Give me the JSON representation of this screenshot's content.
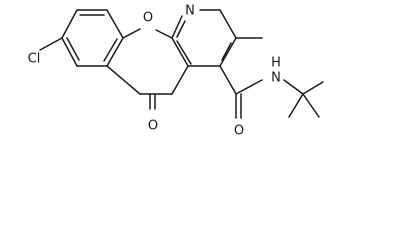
{
  "atoms": {
    "O1": "O",
    "N_ring": "N",
    "Cl": "Cl",
    "O_ketone": "O",
    "O_amide": "O",
    "N_amide": "N",
    "H_amide": "H"
  }
}
